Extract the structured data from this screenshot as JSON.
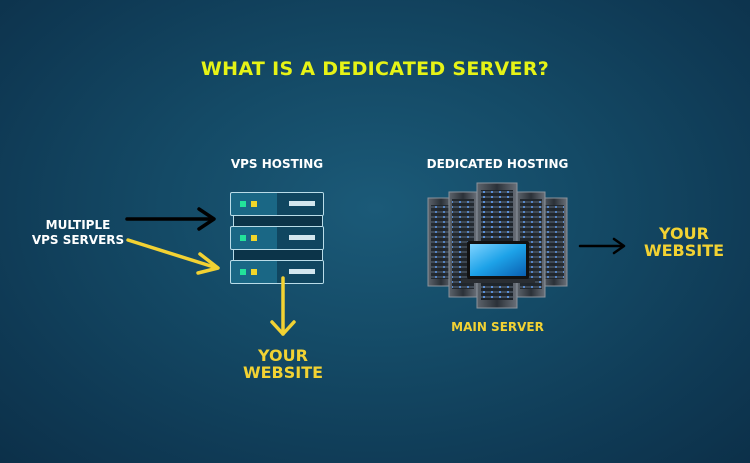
{
  "title": "WHAT IS A DEDICATED SERVER?",
  "vps": {
    "heading": "VPS HOSTING",
    "source_label_line1": "MULTIPLE",
    "source_label_line2": "VPS SERVERS",
    "output_line1": "YOUR",
    "output_line2": "WEBSITE",
    "rack_units": 3
  },
  "dedicated": {
    "heading": "DEDICATED HOSTING",
    "server_label": "MAIN SERVER",
    "output_line1": "YOUR",
    "output_line2": "WEBSITE"
  },
  "colors": {
    "title": "#e6f316",
    "accent_yellow": "#f2d233",
    "arrow_black": "#000000",
    "arrow_yellow": "#f2d233",
    "background": "#144a66"
  },
  "icons": [
    "server-rack-icon",
    "server-cluster-icon",
    "laptop-icon",
    "arrow-right-icon",
    "arrow-down-icon"
  ]
}
